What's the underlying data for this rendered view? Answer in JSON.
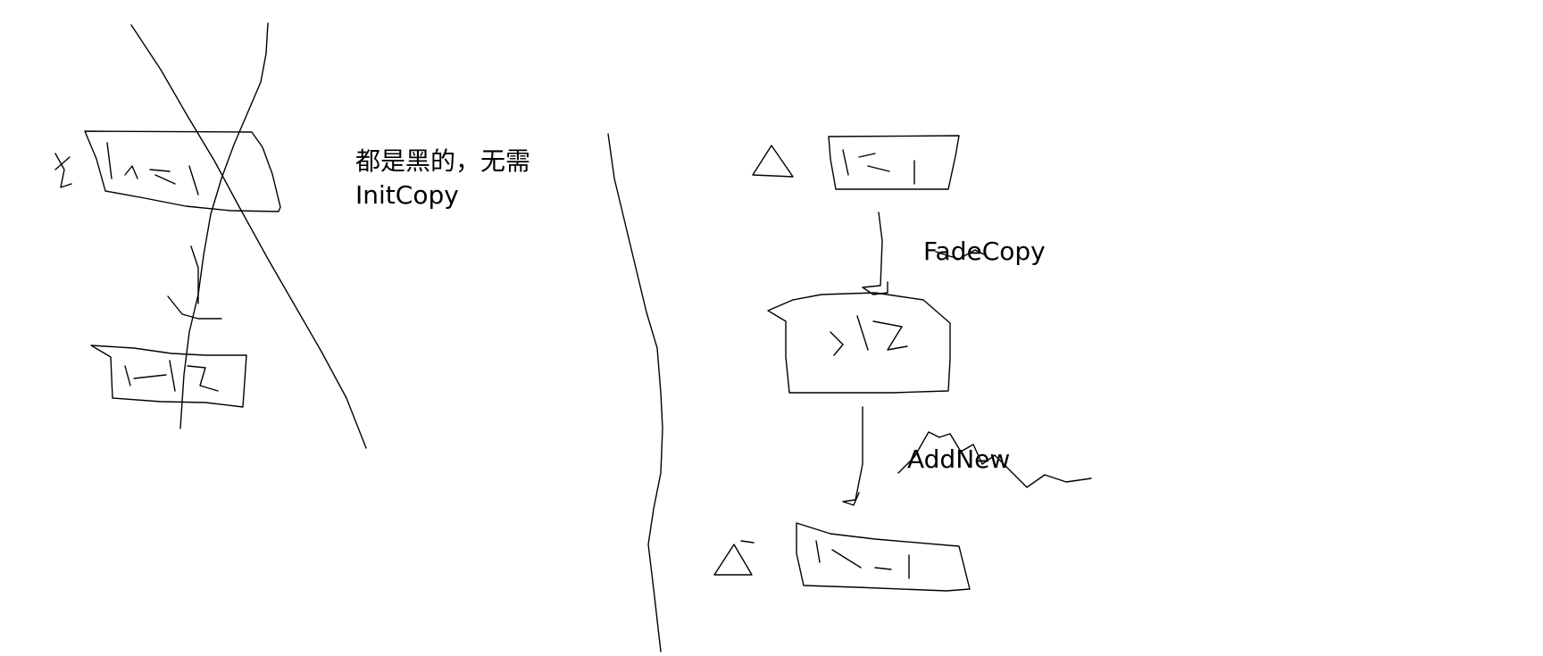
{
  "note": {
    "line1": "都是黑的，无需",
    "line2": "InitCopy"
  },
  "steps": {
    "fade": "FadeCopy",
    "add_new": "AddNew"
  },
  "colors": {
    "background": "#ffffff",
    "ink": "#000000"
  }
}
